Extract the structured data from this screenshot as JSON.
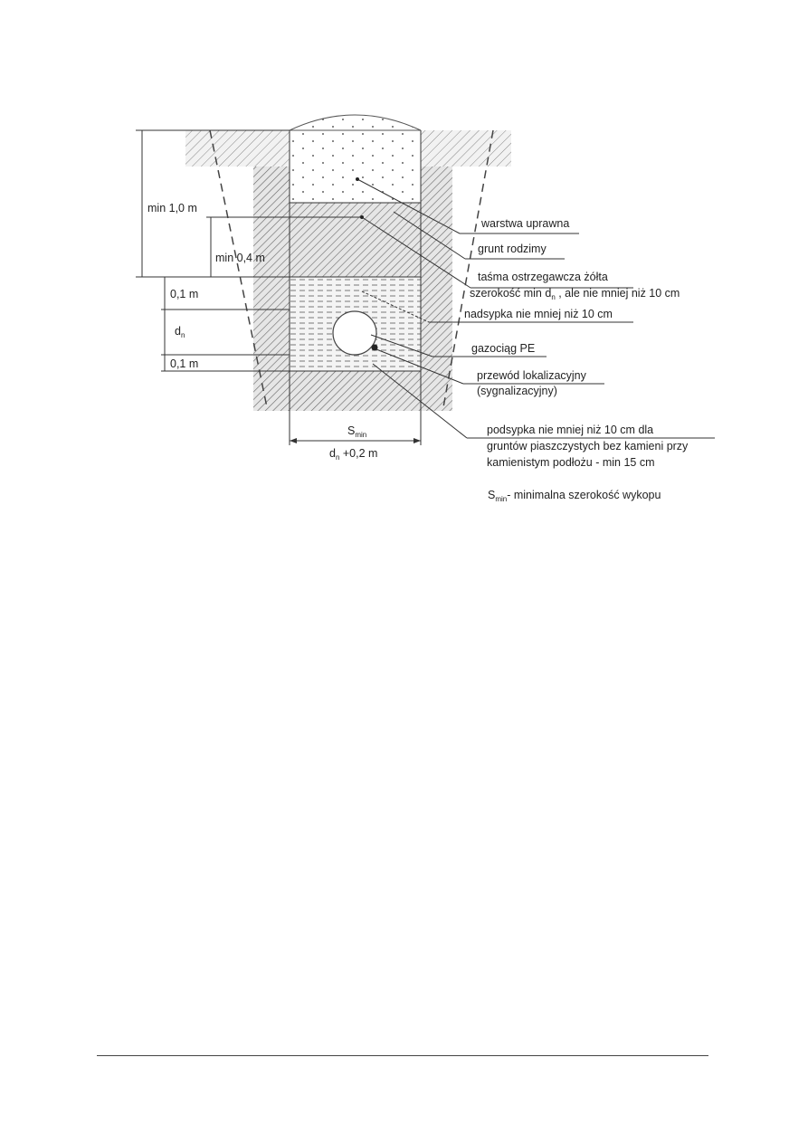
{
  "diagram": {
    "dimensions": {
      "min_1_0": "min 1,0 m",
      "min_0_4": "min 0,4 m",
      "top_0_1": "0,1 m",
      "dn": "d",
      "dn_sub": "n",
      "bottom_0_1": "0,1 m",
      "s_min": "S",
      "s_min_sub": "min",
      "width_prefix": "d",
      "width_sub": "n",
      "width_suffix": " +0,2 m"
    },
    "labels": {
      "warstwa": "warstwa uprawna",
      "grunt": "grunt rodzimy",
      "tasma": "taśma ostrzegawcza żółta",
      "szerokosc_prefix": "szerokość min d",
      "szerokosc_sub": "n",
      "szerokosc_suffix": " , ale nie mniej niż 10 cm",
      "nadsypka": "nadsypka nie mniej niż 10 cm",
      "gazociag": "gazociąg PE",
      "przewod_1": "przewód lokalizacyjny",
      "przewod_2": "(sygnalizacyjny)",
      "podsypka_1": "podsypka nie mniej niż 10 cm dla",
      "podsypka_2": "gruntów piaszczystych bez kamieni przy",
      "podsypka_3": "kamienistym podłożu - min 15 cm",
      "smin_prefix": "S",
      "smin_sub": "min",
      "smin_suffix": "- minimalna szerokość wykopu"
    }
  }
}
